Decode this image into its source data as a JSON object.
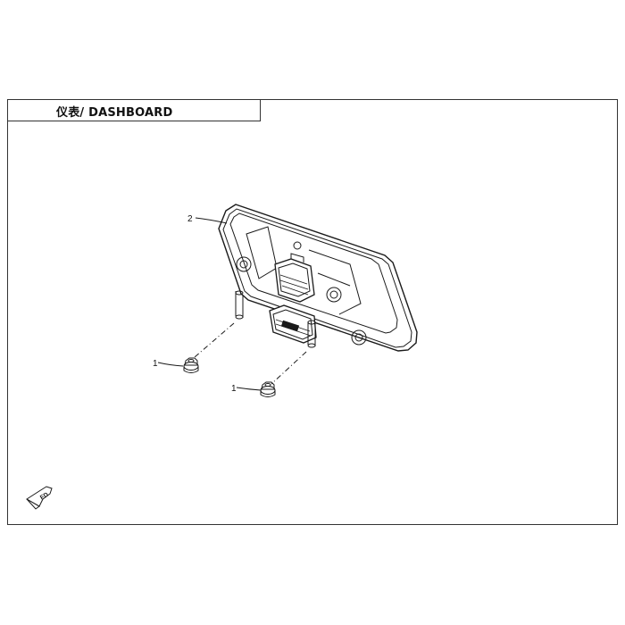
{
  "title": "仪表/ DASHBOARD",
  "callouts": [
    {
      "id": "label-part-2",
      "text": "2"
    },
    {
      "id": "label-part-1a",
      "text": "1"
    },
    {
      "id": "label-part-1b",
      "text": "1"
    }
  ],
  "fd_arrow_text": "FD",
  "colors": {
    "line": "#1a1a1a",
    "paper": "#ffffff"
  }
}
